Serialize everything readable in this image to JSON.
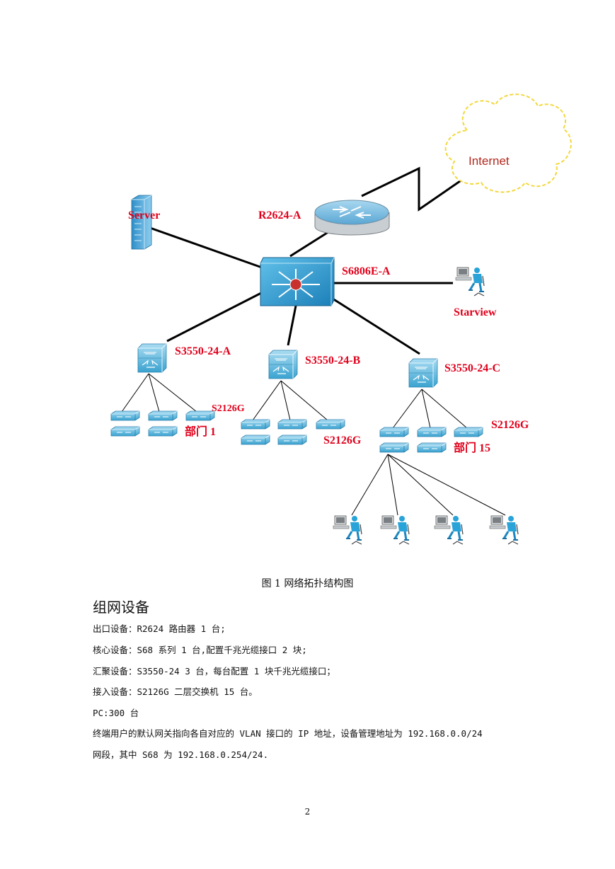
{
  "diagram": {
    "internet_label": "Internet",
    "router_label": "R2624-A",
    "server_label": "Server",
    "core_label": "S6806E-A",
    "starview_label": "Starview",
    "agg_a_label": "S3550-24-A",
    "agg_b_label": "S3550-24-B",
    "agg_c_label": "S3550-24-C",
    "access_a_label": "S2126G",
    "dept_a_label": "部门 1",
    "access_b_label": "S2126G",
    "access_c_label": "S2126G",
    "dept_c_label": "部门 15"
  },
  "caption": "图 1   网络拓扑结构图",
  "section_title": "组网设备",
  "paragraphs": [
    "出口设备：R2624 路由器 1 台;",
    "核心设备：S68 系列 1 台,配置千兆光缆接口 2 块;",
    "汇聚设备：S3550-24 3 台，每台配置 1 块千兆光缆接口；",
    "接入设备：S2126G 二层交换机 15 台。",
    "PC:300 台",
    "终端用户的默认网关指向各自对应的 VLAN 接口的 IP 地址，设备管理地址为 192.168.0.0/24",
    "网段，其中 S68 为 192.168.0.254/24."
  ],
  "page_number": "2"
}
